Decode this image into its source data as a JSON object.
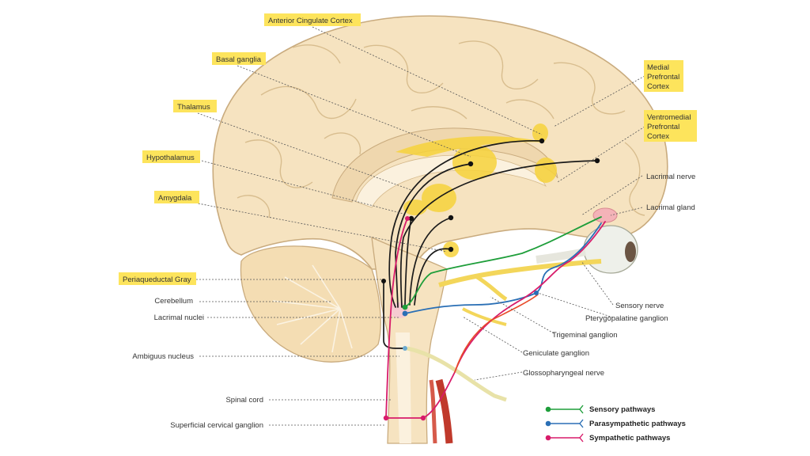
{
  "labels": {
    "anterior_cingulate": "Anterior Cingulate Cortex",
    "basal_ganglia": "Basal ganglia",
    "thalamus": "Thalamus",
    "hypothalamus": "Hypothalamus",
    "amygdala": "Amygdala",
    "periaqueductal_gray": "Periaqueductal Gray",
    "cerebellum": "Cerebellum",
    "lacrimal_nuclei": "Lacrimal nuclei",
    "ambiguus_nucleus": "Ambiguus nucleus",
    "spinal_cord": "Spinal cord",
    "superficial_cervical_ganglion": "Superficial cervical ganglion",
    "medial_prefrontal_1": "Medial",
    "medial_prefrontal_2": "Prefrontal",
    "medial_prefrontal_3": "Cortex",
    "ventromedial_prefrontal_1": "Ventromedial",
    "ventromedial_prefrontal_2": "Prefrontal",
    "ventromedial_prefrontal_3": "Cortex",
    "lacrimal_nerve": "Lacrimal nerve",
    "lacrimal_gland": "Lacrimal gland",
    "sensory_nerve": "Sensory nerve",
    "pterygopalatine_ganglion": "Pterygopalatine ganglion",
    "trigeminal_ganglion": "Trigeminal ganglion",
    "geniculate_ganglion": "Geniculate ganglion",
    "glossopharyngeal_nerve": "Glossopharyngeal nerve"
  },
  "legend": [
    {
      "label": "Sensory pathways",
      "color": "#1e9e3a"
    },
    {
      "label": "Parasympathetic pathways",
      "color": "#2a6fb5"
    },
    {
      "label": "Sympathetic pathways",
      "color": "#d81b6a"
    }
  ],
  "colors": {
    "brain": "#f6e3c0",
    "brain_outline": "#c9ab7e",
    "highlight": "#fde45c",
    "nucleus": "#f7d33c",
    "pathway_black": "#1a1a1a",
    "nerve_yellow": "#f3d65a",
    "artery": "#c0392b"
  }
}
